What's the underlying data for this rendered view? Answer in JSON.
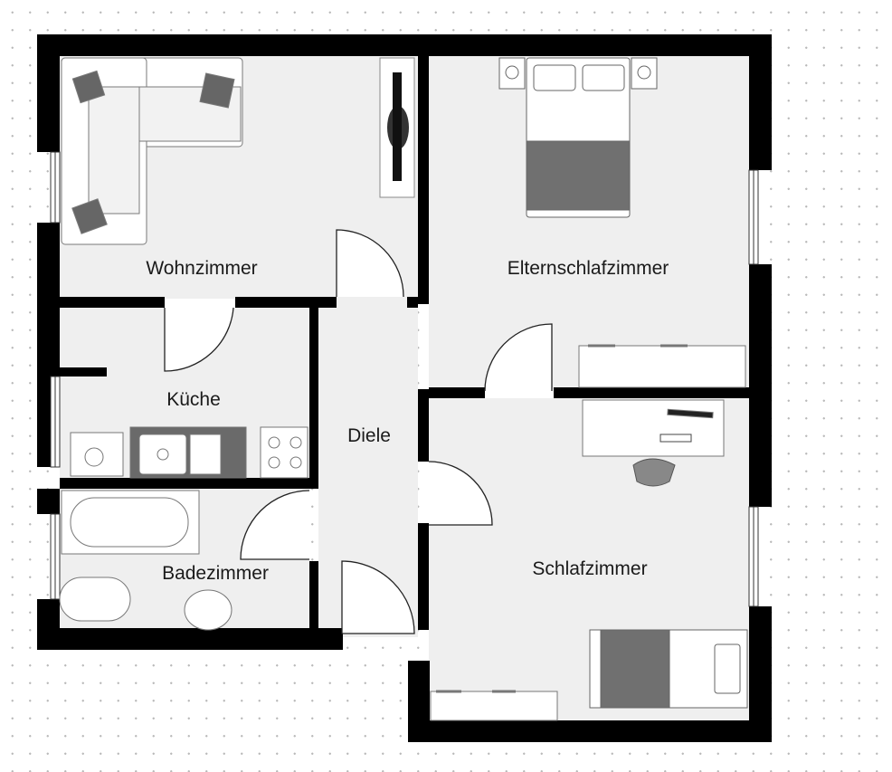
{
  "rooms": {
    "wohnzimmer": "Wohnzimmer",
    "elternschlafzimmer": "Elternschlafzimmer",
    "kueche": "Küche",
    "diele": "Diele",
    "badezimmer": "Badezimmer",
    "schlafzimmer": "Schlafzimmer"
  },
  "colors": {
    "wall": "#000000",
    "floor": "#efefef",
    "furniture": "#ffffff",
    "fabric": "#6a6a6a"
  }
}
